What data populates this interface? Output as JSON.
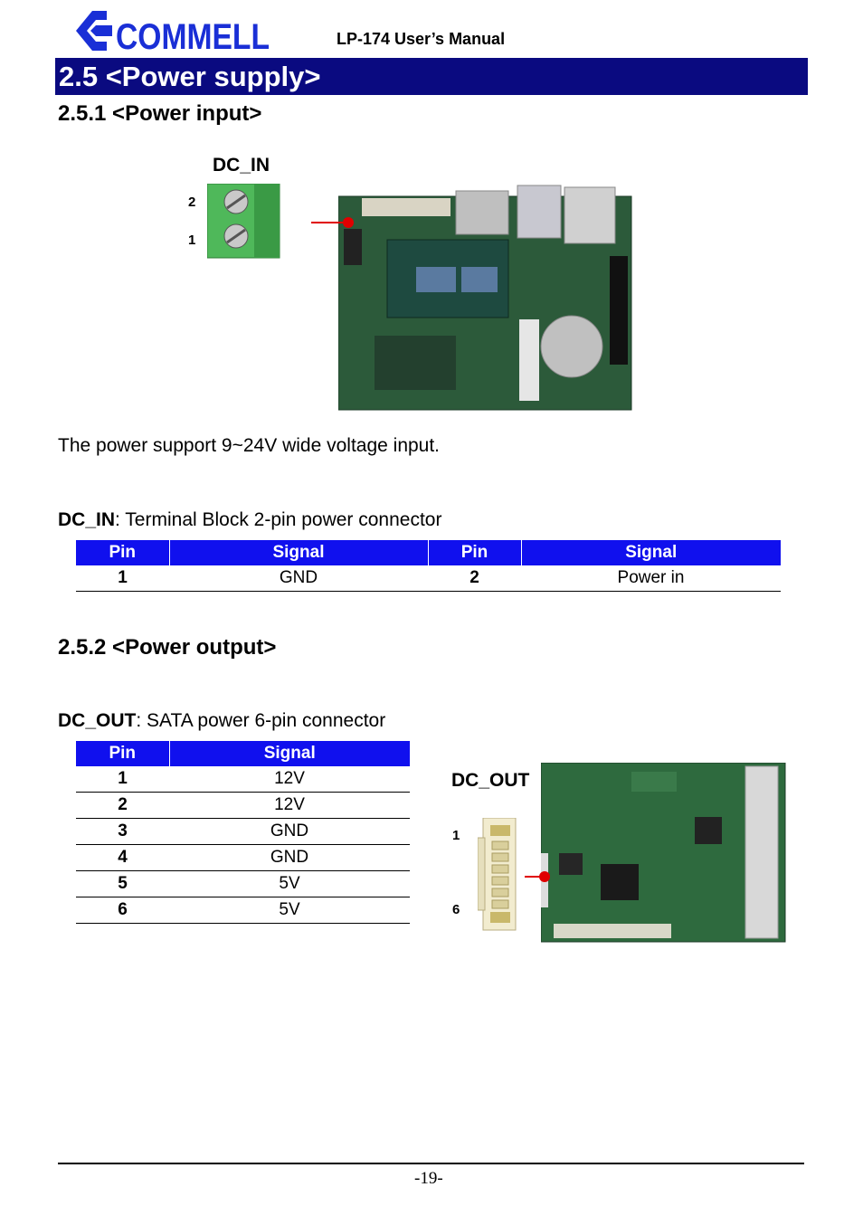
{
  "header": {
    "brand": "COMMELL",
    "manual_title": "LP-174 User’s Manual"
  },
  "section": {
    "title": "2.5 <Power supply>"
  },
  "power_input": {
    "heading": "2.5.1 <Power input>",
    "connector_label": "DC_IN",
    "pin_top": "2",
    "pin_bottom": "1",
    "voltage_text": "The power support 9~24V wide voltage input.",
    "desc_label": "DC_IN",
    "desc_text": ": Terminal Block 2-pin power connector",
    "table": {
      "headers": [
        "Pin",
        "Signal",
        "Pin",
        "Signal"
      ],
      "rows": [
        [
          "1",
          "GND",
          "2",
          "Power in"
        ]
      ]
    }
  },
  "power_output": {
    "heading": "2.5.2 <Power output>",
    "desc_label": "DC_OUT",
    "desc_text": ": SATA power 6-pin connector",
    "connector_label": "DC_OUT",
    "pin_top": "1",
    "pin_bottom": "6",
    "table": {
      "headers": [
        "Pin",
        "Signal"
      ],
      "rows": [
        [
          "1",
          "12V"
        ],
        [
          "2",
          "12V"
        ],
        [
          "3",
          "GND"
        ],
        [
          "4",
          "GND"
        ],
        [
          "5",
          "5V"
        ],
        [
          "6",
          "5V"
        ]
      ]
    }
  },
  "footer": {
    "page_number": "-19-"
  },
  "colors": {
    "section_bar": "#0a0a80",
    "table_header": "#1010ee",
    "marker": "#e00000",
    "brand_blue": "#1a2fd6"
  }
}
